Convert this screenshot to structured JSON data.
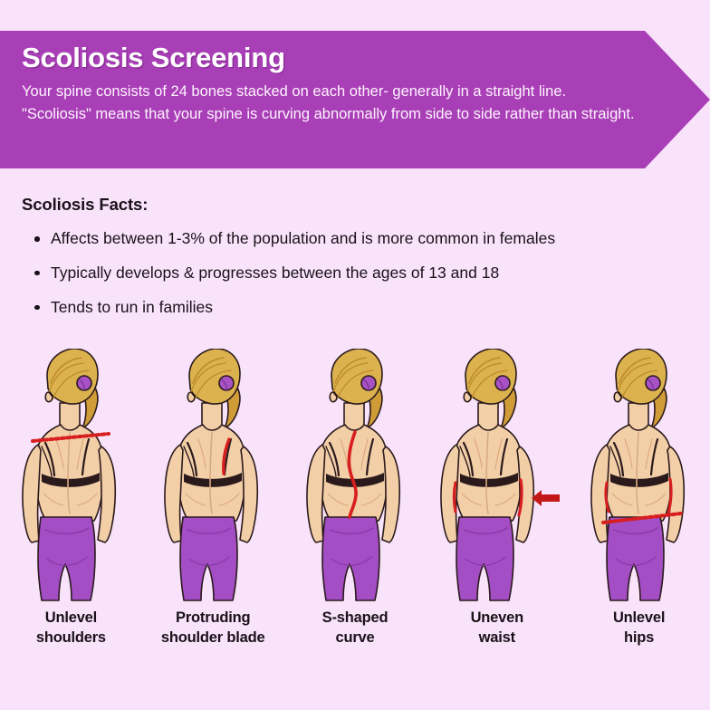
{
  "page": {
    "background_color": "#f8e3fb"
  },
  "banner": {
    "background_color": "#a93fb6",
    "title": "Scoliosis Screening",
    "description": "Your spine consists of 24 bones stacked on each other- generally in a straight line. \"Scoliosis\" means that your spine is curving abnormally from side to side rather than straight."
  },
  "facts": {
    "heading": "Scoliosis Facts:",
    "items": [
      "Affects between 1-3% of the population and is more common in females",
      "Typically develops & progresses between the ages of 13 and 18",
      "Tends to run in families"
    ]
  },
  "figures": [
    {
      "caption_line1": "Unlevel",
      "caption_line2": "shoulders",
      "marker": "dotted-line-across-shoulders",
      "marker_color": "#d81f20"
    },
    {
      "caption_line1": "Protruding",
      "caption_line2": "shoulder blade",
      "marker": "curved-line-right-shoulder-blade",
      "marker_color": "#d81f20"
    },
    {
      "caption_line1": "S-shaped",
      "caption_line2": "curve",
      "marker": "s-curve-spine-line",
      "marker_color": "#d81f20"
    },
    {
      "caption_line1": "Uneven",
      "caption_line2": "waist",
      "marker": "waist-outline-with-arrow",
      "marker_color": "#d81f20",
      "arrow_color": "#c41818"
    },
    {
      "caption_line1": "Unlevel",
      "caption_line2": "hips",
      "marker": "dotted-line-across-hips",
      "marker_color": "#d81f20"
    }
  ],
  "palette": {
    "skin": "#f3cfa8",
    "skin_shadow": "#dba97d",
    "hair_light": "#e0ba5e",
    "hair_dark": "#bc8b2a",
    "pants": "#a34ec4",
    "pants_shadow": "#8a39ab",
    "bra": "#2b1a1c",
    "outline": "#2b1a1c",
    "hairtie": "#a852c6"
  }
}
